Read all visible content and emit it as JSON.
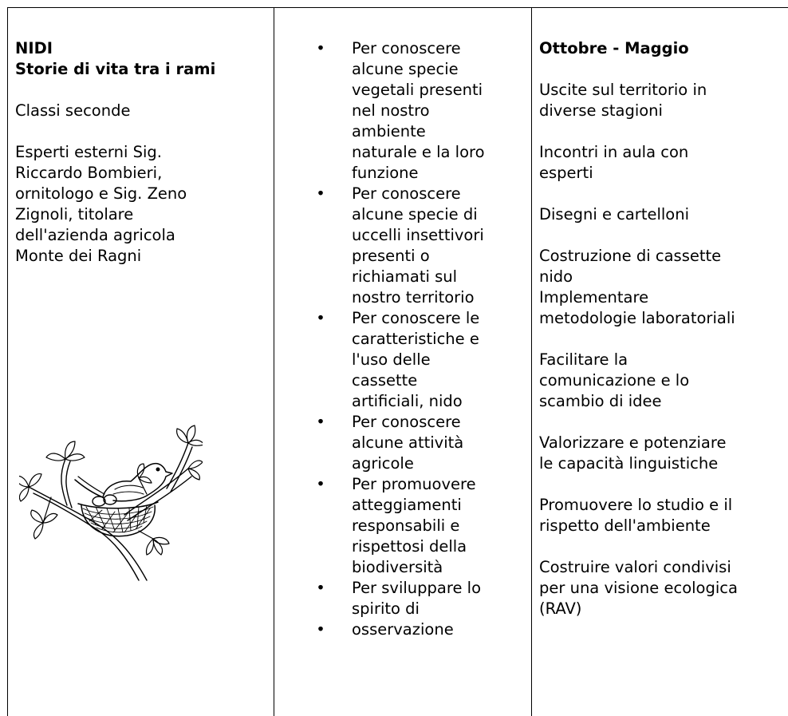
{
  "col1": {
    "title_lines": [
      "NIDI",
      "Storie di vita tra i rami"
    ],
    "classes": "Classi seconde",
    "experts_lines": [
      "Esperti esterni Sig.",
      "Riccardo Bombieri,",
      "ornitologo e Sig. Zeno",
      "Zignoli, titolare",
      "dell'azienda agricola",
      "Monte dei Ragni"
    ],
    "illustration": "bird-on-nest-in-branches"
  },
  "col2": {
    "bullet_glyph": "•",
    "items": [
      {
        "lines": [
          "Per conoscere",
          "alcune specie",
          "vegetali presenti",
          "nel nostro",
          "ambiente",
          "naturale e la loro",
          "funzione"
        ]
      },
      {
        "lines": [
          "Per conoscere",
          "alcune specie di",
          "uccelli insettivori",
          "presenti o",
          "richiamati sul",
          "nostro territorio"
        ]
      },
      {
        "lines": [
          "Per conoscere le",
          "caratteristiche e",
          "l'uso delle",
          "cassette",
          "artificiali, nido"
        ]
      },
      {
        "lines": [
          "Per conoscere",
          "alcune attività",
          "agricole"
        ]
      },
      {
        "lines": [
          "Per promuovere",
          "atteggiamenti",
          "responsabili e",
          "rispettosi della",
          "biodiversità"
        ]
      },
      {
        "lines": [
          "Per sviluppare lo",
          "spirito di"
        ]
      },
      {
        "lines": [
          "osservazione"
        ]
      }
    ]
  },
  "col3": {
    "period": "Ottobre - Maggio",
    "blocks": [
      [
        "Uscite sul territorio in",
        "diverse stagioni"
      ],
      [
        "Incontri in aula con",
        "esperti"
      ],
      [
        "Disegni e cartelloni"
      ],
      [
        "Costruzione di cassette",
        "nido",
        "Implementare",
        "metodologie laboratoriali"
      ],
      [
        "Facilitare la",
        "comunicazione e lo",
        "scambio di idee"
      ],
      [
        "Valorizzare e potenziare",
        "le capacità linguistiche"
      ],
      [
        "Promuovere lo studio e il",
        "rispetto dell'ambiente"
      ],
      [
        "Costruire valori condivisi",
        "per una visione ecologica",
        "(RAV)"
      ]
    ]
  }
}
